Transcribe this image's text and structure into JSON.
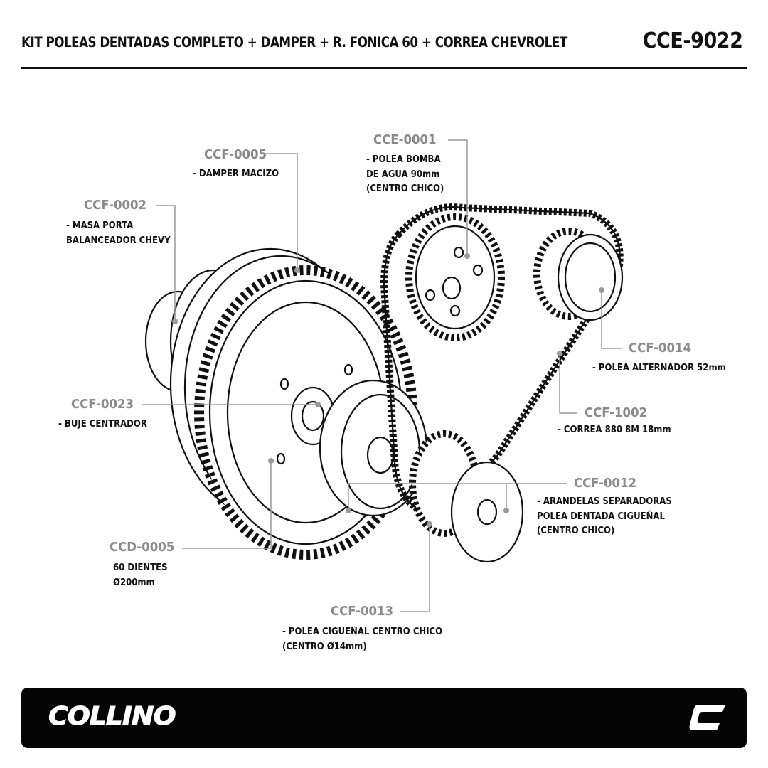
{
  "header": {
    "title": "KIT POLEAS DENTADAS COMPLETO + DAMPER + R. FONICA 60 + CORREA CHEVROLET",
    "code": "CCE-9022"
  },
  "parts": [
    {
      "code": "CCF-0005",
      "desc": [
        "- DAMPER MACIZO"
      ]
    },
    {
      "code": "CCE-0001",
      "desc": [
        "- POLEA BOMBA",
        "DE AGUA 90mm",
        "(CENTRO CHICO)"
      ]
    },
    {
      "code": "CCF-0002",
      "desc": [
        "- MASA PORTA",
        "BALANCEADOR CHEVY"
      ]
    },
    {
      "code": "CCF-0014",
      "desc": [
        "- POLEA ALTERNADOR 52mm"
      ]
    },
    {
      "code": "CCF-1002",
      "desc": [
        "- CORREA 880 8M 18mm"
      ]
    },
    {
      "code": "CCF-0023",
      "desc": [
        "- BUJE CENTRADOR"
      ]
    },
    {
      "code": "CCF-0012",
      "desc": [
        "- ARANDELAS SEPARADORAS",
        "POLEA DENTADA CIGUEÑAL",
        "(CENTRO CHICO)"
      ]
    },
    {
      "code": "CCD-0005",
      "desc": [
        "60 DIENTES",
        "Ø200mm"
      ]
    },
    {
      "code": "CCF-0013",
      "desc": [
        "- POLEA CIGUEÑAL CENTRO CHICO",
        "(CENTRO Ø14mm)"
      ]
    }
  ],
  "footer": {
    "brand": "COLLINO"
  },
  "colors": {
    "code_gray": "#8a8a8a",
    "footer_bg": "#050505"
  }
}
